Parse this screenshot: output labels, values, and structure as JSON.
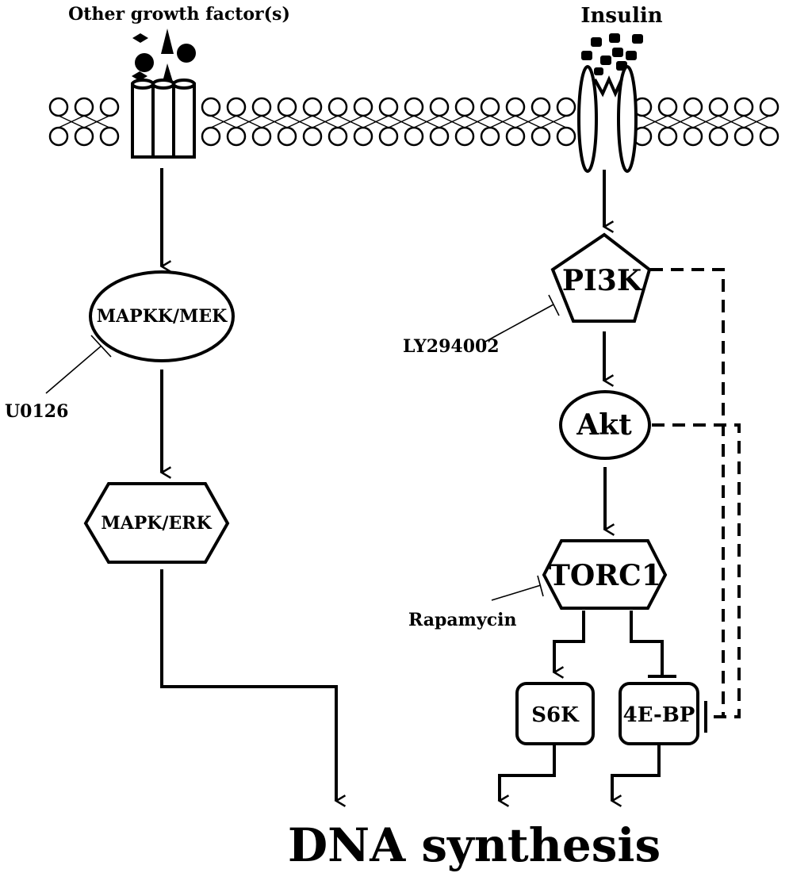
{
  "title": "DNA synthesis",
  "ligands": {
    "growth_factor": "Other growth factor(s)",
    "insulin": "Insulin"
  },
  "nodes": {
    "mek": "MAPKK/MEK",
    "erk": "MAPK/ERK",
    "pi3k": "PI3K",
    "akt": "Akt",
    "torc1": "TORC1",
    "s6k": "S6K",
    "ebp": "4E-BP"
  },
  "inhibitors": {
    "u0126": "U0126",
    "ly294002": "LY294002",
    "rapamycin": "Rapamycin"
  },
  "edges": [
    {
      "from": "growth-factor-receptor",
      "to": "mek",
      "type": "activation"
    },
    {
      "from": "mek",
      "to": "erk",
      "type": "activation"
    },
    {
      "from": "erk",
      "to": "dna-synthesis",
      "type": "activation"
    },
    {
      "from": "insulin-receptor",
      "to": "pi3k",
      "type": "activation"
    },
    {
      "from": "pi3k",
      "to": "akt",
      "type": "activation"
    },
    {
      "from": "akt",
      "to": "torc1",
      "type": "activation"
    },
    {
      "from": "torc1",
      "to": "s6k",
      "type": "activation"
    },
    {
      "from": "torc1",
      "to": "ebp",
      "type": "inhibition"
    },
    {
      "from": "s6k",
      "to": "dna-synthesis",
      "type": "activation"
    },
    {
      "from": "ebp",
      "to": "dna-synthesis",
      "type": "activation"
    },
    {
      "from": "pi3k",
      "to": "ebp",
      "type": "inhibition",
      "style": "dashed"
    },
    {
      "from": "akt",
      "to": "ebp",
      "type": "inhibition",
      "style": "dashed"
    },
    {
      "from": "u0126",
      "to": "mek",
      "type": "inhibition"
    },
    {
      "from": "ly294002",
      "to": "pi3k",
      "type": "inhibition"
    },
    {
      "from": "rapamycin",
      "to": "torc1",
      "type": "inhibition"
    }
  ]
}
